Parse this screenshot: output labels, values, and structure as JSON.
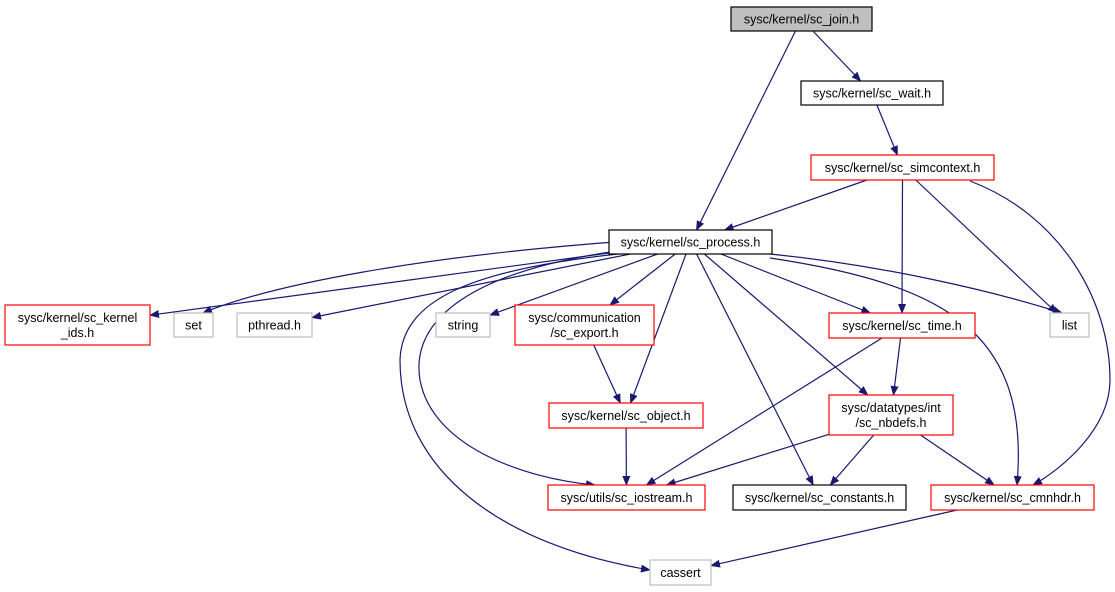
{
  "graph": {
    "edge_color": "#191970",
    "border_colors": {
      "main": "#000000",
      "documented": "#ff0000",
      "system": "#bfbfbf"
    },
    "nodes": {
      "sc_join": {
        "lines": [
          "sysc/kernel/sc_join.h"
        ],
        "kind": "main",
        "fill": "#bfbfbf"
      },
      "sc_wait": {
        "lines": [
          "sysc/kernel/sc_wait.h"
        ],
        "kind": "main",
        "fill": "#ffffff"
      },
      "sc_simcontext": {
        "lines": [
          "sysc/kernel/sc_simcontext.h"
        ],
        "kind": "documented",
        "fill": "#ffffff"
      },
      "sc_process": {
        "lines": [
          "sysc/kernel/sc_process.h"
        ],
        "kind": "main",
        "fill": "#ffffff"
      },
      "sc_kernel_ids": {
        "lines": [
          "sysc/kernel/sc_kernel",
          "_ids.h"
        ],
        "kind": "documented",
        "fill": "#ffffff"
      },
      "set": {
        "lines": [
          "set"
        ],
        "kind": "system",
        "fill": "#ffffff"
      },
      "pthread": {
        "lines": [
          "pthread.h"
        ],
        "kind": "system",
        "fill": "#ffffff"
      },
      "string": {
        "lines": [
          "string"
        ],
        "kind": "system",
        "fill": "#ffffff"
      },
      "sc_export": {
        "lines": [
          "sysc/communication",
          "/sc_export.h"
        ],
        "kind": "documented",
        "fill": "#ffffff"
      },
      "sc_time": {
        "lines": [
          "sysc/kernel/sc_time.h"
        ],
        "kind": "documented",
        "fill": "#ffffff"
      },
      "list": {
        "lines": [
          "list"
        ],
        "kind": "system",
        "fill": "#ffffff"
      },
      "sc_object": {
        "lines": [
          "sysc/kernel/sc_object.h"
        ],
        "kind": "documented",
        "fill": "#ffffff"
      },
      "sc_nbdefs": {
        "lines": [
          "sysc/datatypes/int",
          "/sc_nbdefs.h"
        ],
        "kind": "documented",
        "fill": "#ffffff"
      },
      "sc_iostream": {
        "lines": [
          "sysc/utils/sc_iostream.h"
        ],
        "kind": "documented",
        "fill": "#ffffff"
      },
      "sc_constants": {
        "lines": [
          "sysc/kernel/sc_constants.h"
        ],
        "kind": "main",
        "fill": "#ffffff"
      },
      "sc_cmnhdr": {
        "lines": [
          "sysc/kernel/sc_cmnhdr.h"
        ],
        "kind": "documented",
        "fill": "#ffffff"
      },
      "cassert": {
        "lines": [
          "cassert"
        ],
        "kind": "system",
        "fill": "#ffffff"
      }
    },
    "edges": [
      [
        "sc_join",
        "sc_wait"
      ],
      [
        "sc_join",
        "sc_process"
      ],
      [
        "sc_wait",
        "sc_simcontext"
      ],
      [
        "sc_simcontext",
        "sc_process"
      ],
      [
        "sc_simcontext",
        "sc_time"
      ],
      [
        "sc_simcontext",
        "list"
      ],
      [
        "sc_simcontext",
        "sc_cmnhdr"
      ],
      [
        "sc_process",
        "sc_kernel_ids"
      ],
      [
        "sc_process",
        "set"
      ],
      [
        "sc_process",
        "pthread"
      ],
      [
        "sc_process",
        "string"
      ],
      [
        "sc_process",
        "sc_export"
      ],
      [
        "sc_process",
        "sc_time"
      ],
      [
        "sc_process",
        "list"
      ],
      [
        "sc_process",
        "sc_object"
      ],
      [
        "sc_process",
        "sc_nbdefs"
      ],
      [
        "sc_process",
        "sc_iostream"
      ],
      [
        "sc_process",
        "sc_constants"
      ],
      [
        "sc_process",
        "sc_cmnhdr"
      ],
      [
        "sc_process",
        "cassert"
      ],
      [
        "sc_export",
        "sc_object"
      ],
      [
        "sc_time",
        "sc_nbdefs"
      ],
      [
        "sc_time",
        "sc_iostream"
      ],
      [
        "sc_object",
        "sc_iostream"
      ],
      [
        "sc_nbdefs",
        "sc_iostream"
      ],
      [
        "sc_nbdefs",
        "sc_constants"
      ],
      [
        "sc_nbdefs",
        "sc_cmnhdr"
      ],
      [
        "sc_cmnhdr",
        "cassert"
      ]
    ]
  }
}
